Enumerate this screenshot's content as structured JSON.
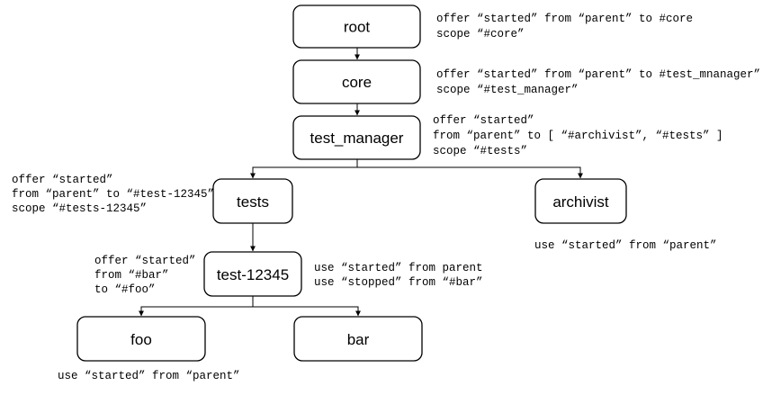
{
  "nodes": {
    "root": "root",
    "core": "core",
    "test_manager": "test_manager",
    "tests": "tests",
    "archivist": "archivist",
    "test_12345": "test-12345",
    "foo": "foo",
    "bar": "bar"
  },
  "annotations": {
    "root": [
      "offer “started” from “parent” to #core",
      "scope “#core”"
    ],
    "core": [
      "offer “started” from “parent” to #test_mnanager”",
      "scope “#test_manager”"
    ],
    "test_manager": [
      "offer “started”",
      "from “parent” to [ “#archivist”, “#tests” ]",
      "scope “#tests”"
    ],
    "tests": [
      "offer “started”",
      "from “parent” to “#test-12345”",
      "scope “#tests-12345”"
    ],
    "archivist": [
      "use “started” from “parent”"
    ],
    "test_12345_offer": [
      "offer “started”",
      "from “#bar”",
      "to “#foo”"
    ],
    "test_12345_use": [
      "use “started” from parent",
      "use “stopped” from “#bar”"
    ],
    "foo": [
      "use “started” from “parent”"
    ]
  }
}
